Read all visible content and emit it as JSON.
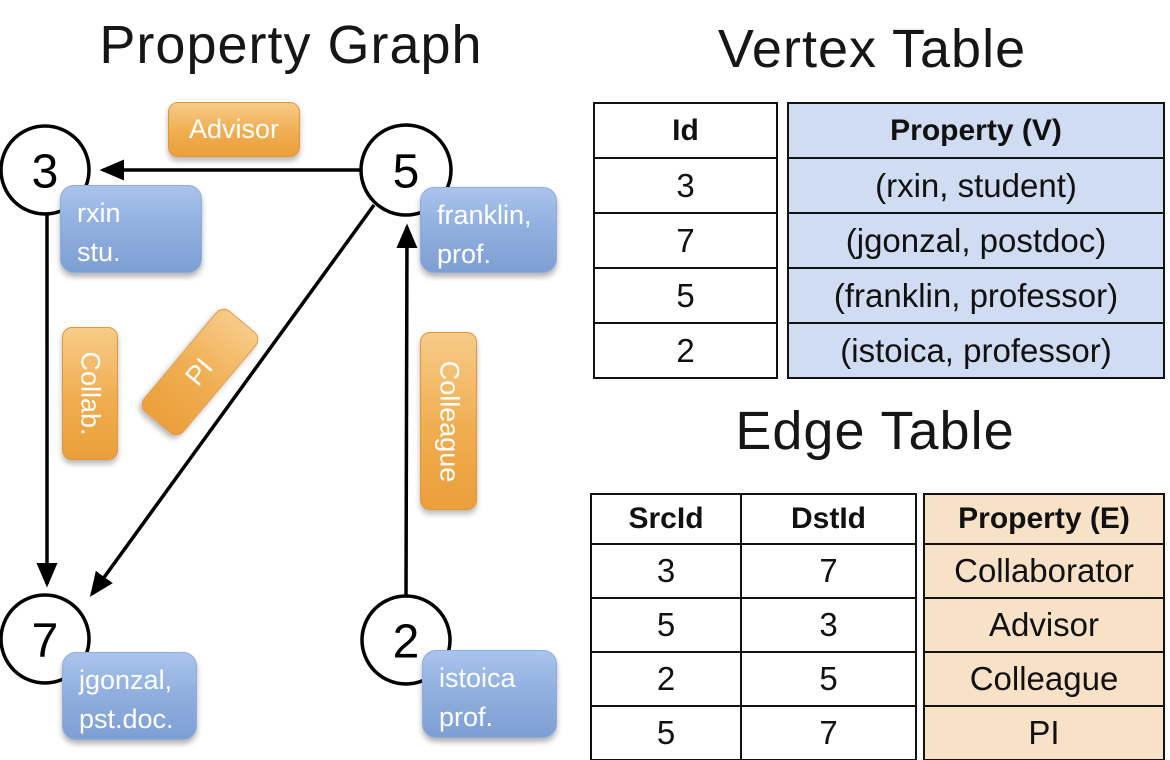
{
  "titles": {
    "graph": "Property Graph",
    "vertex_table": "Vertex Table",
    "edge_table": "Edge Table"
  },
  "colors": {
    "node_box_blue": "#7e9fd3",
    "edge_box_orange": "#eb9f3b",
    "vertex_property_fill": "#cfdcf1",
    "edge_property_fill": "#f8e2c7",
    "line_black": "#000000"
  },
  "graph": {
    "nodes": [
      {
        "id": "3",
        "label_lines": [
          "rxin",
          "stu."
        ]
      },
      {
        "id": "5",
        "label_lines": [
          "franklin,",
          "prof."
        ]
      },
      {
        "id": "7",
        "label_lines": [
          "jgonzal,",
          "pst.doc."
        ]
      },
      {
        "id": "2",
        "label_lines": [
          "istoica",
          "prof."
        ]
      }
    ],
    "edge_labels": [
      "Advisor",
      "Collab.",
      "PI",
      "Colleague"
    ]
  },
  "vertex_table": {
    "headers": [
      "Id",
      "Property (V)"
    ],
    "rows": [
      [
        "3",
        "(rxin, student)"
      ],
      [
        "7",
        "(jgonzal, postdoc)"
      ],
      [
        "5",
        "(franklin, professor)"
      ],
      [
        "2",
        "(istoica, professor)"
      ]
    ]
  },
  "edge_table": {
    "headers": [
      "SrcId",
      "DstId",
      "Property (E)"
    ],
    "rows": [
      [
        "3",
        "7",
        "Collaborator"
      ],
      [
        "5",
        "3",
        "Advisor"
      ],
      [
        "2",
        "5",
        "Colleague"
      ],
      [
        "5",
        "7",
        "PI"
      ]
    ]
  }
}
